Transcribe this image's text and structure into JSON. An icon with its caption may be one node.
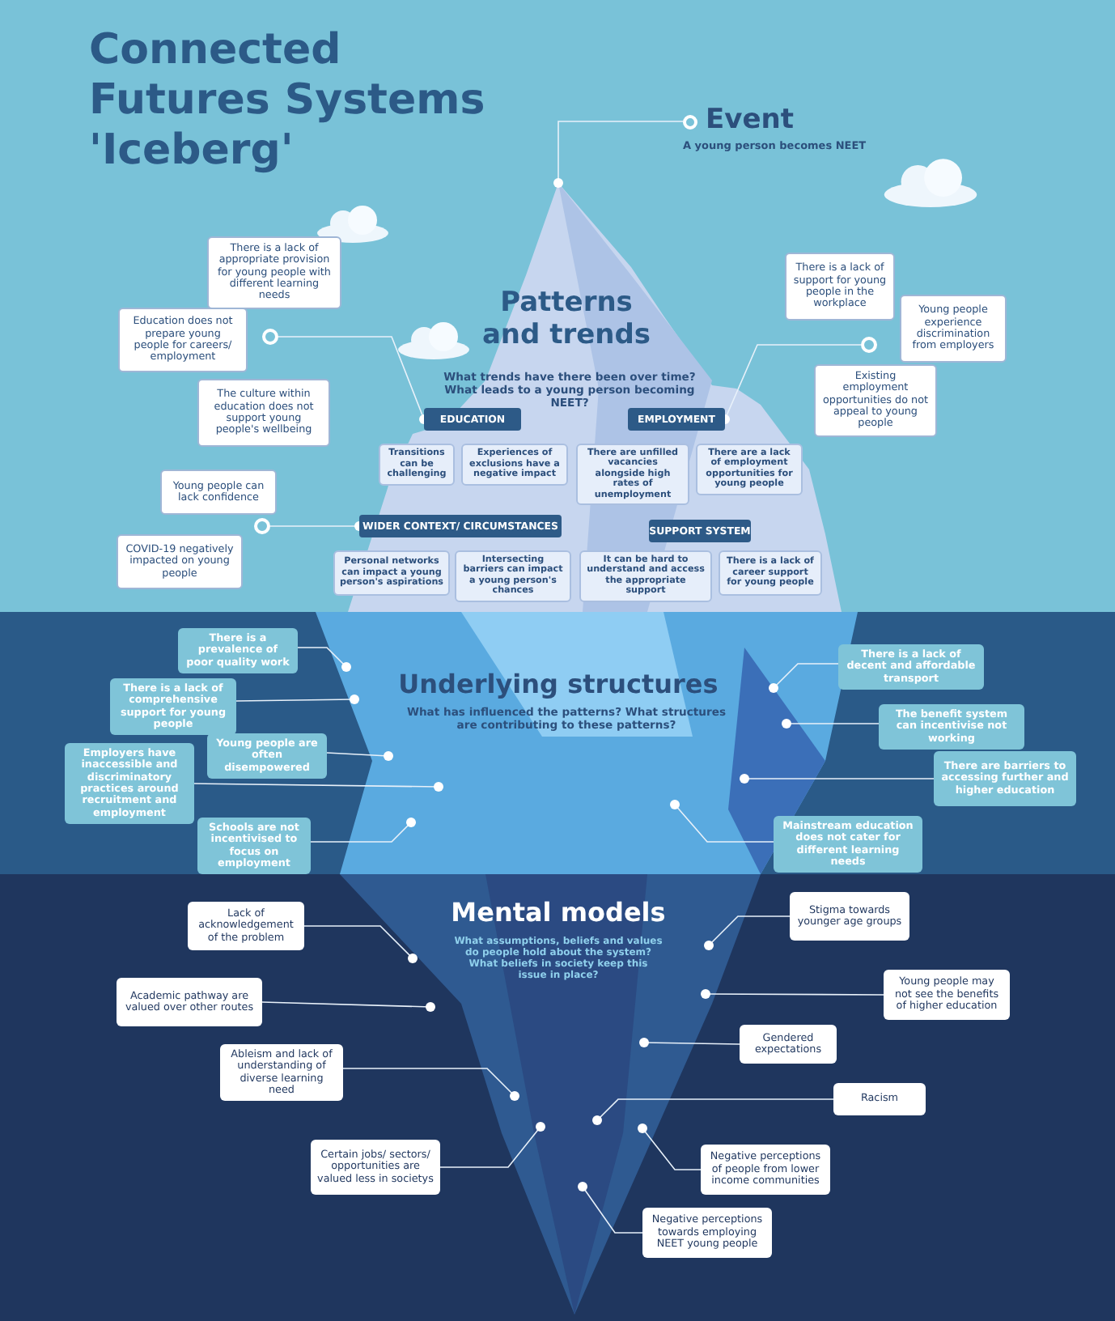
{
  "diagram": {
    "title": "Connected Futures Systems 'Iceberg'",
    "nodes": [
      {
        "text": [
          "Event",
          "A young person becomes NEET"
        ]
      },
      {
        "text": [
          "There is a lack of appropriate provision for young people with different learning needs"
        ]
      },
      {
        "text": [
          "Education does not prepare young people for careers/ employment"
        ]
      },
      {
        "text": [
          "The culture within education does not support young people's wellbeing"
        ]
      },
      {
        "text": [
          "Young people can lack confidence"
        ]
      },
      {
        "text": [
          "COVID-19 negatively impacted on young people"
        ]
      },
      {
        "text": [
          "There is a lack of support for young people in the workplace"
        ]
      },
      {
        "text": [
          "Young people experience discrimination from employers"
        ]
      },
      {
        "text": [
          "Existing employment opportunities do not appeal to young people"
        ]
      },
      {
        "text": [],
        "shape": "circle"
      },
      {
        "text": [],
        "shape": "circle"
      },
      {
        "text": [],
        "shape": "circle"
      },
      {
        "text": [
          "EDUCATION"
        ]
      },
      {
        "text": [
          "Transitions can be challenging"
        ]
      },
      {
        "text": [
          "Experiences of exclusions have a negative impact"
        ]
      },
      {
        "text": [
          "EMPLOYMENT"
        ]
      },
      {
        "text": [
          "There are unfilled vacancies alongside high rates of unemployment"
        ]
      },
      {
        "text": [
          "There are a lack of employment opportunities for young people"
        ]
      },
      {
        "text": [
          "WIDER CONTEXT/ CIRCUMSTANCES"
        ]
      },
      {
        "text": [
          "Personal networks can impact a young person's aspirations"
        ]
      },
      {
        "text": [
          "Intersecting barriers can impact a young person's chances"
        ]
      },
      {
        "text": [
          "SUPPORT SYSTEM"
        ]
      },
      {
        "text": [
          "It can be hard to understand and access the appropriate support"
        ]
      },
      {
        "text": [
          "There is a lack of career support for young people"
        ]
      },
      {
        "text": [
          "There is a prevalence of poor quality work"
        ]
      },
      {
        "text": [
          "There is a lack of comprehensive support for young people"
        ]
      },
      {
        "text": [
          "Young people are often disempowered"
        ]
      },
      {
        "text": [
          "Employers have inaccessible and discriminatory practices around recruitment and employment"
        ]
      },
      {
        "text": [
          "Schools are not incentivised to focus on employment"
        ]
      },
      {
        "text": [
          "There is a lack of decent and affordable transport"
        ]
      },
      {
        "text": [
          "The benefit system can incentivise not working"
        ]
      },
      {
        "text": [
          "There are barriers to accessing further and higher education"
        ]
      },
      {
        "text": [
          "Mainstream education does not cater for different learning needs"
        ]
      },
      {
        "text": [
          "Lack of acknowledgement of the problem"
        ]
      },
      {
        "text": [
          "Academic pathway are valued over other routes"
        ]
      },
      {
        "text": [
          "Ableism and lack of understanding of diverse learning need"
        ]
      },
      {
        "text": [
          "Certain jobs/ sectors/ opportunities are valued less in societys"
        ]
      },
      {
        "text": [
          "Stigma towards younger age groups"
        ]
      },
      {
        "text": [
          "Young people may not see the benefits of higher education"
        ]
      },
      {
        "text": [
          "Gendered expectations"
        ]
      },
      {
        "text": [
          "Racism"
        ]
      },
      {
        "text": [
          "Negative perceptions of people from lower income communities"
        ]
      },
      {
        "text": [
          "Negative perceptions towards employing NEET young people"
        ]
      }
    ],
    "edges": [
      {
        "from": 0,
        "to": null,
        "arrow": "other"
      },
      {
        "from": 9,
        "to": 12,
        "arrow": "other"
      },
      {
        "from": 10,
        "to": 18,
        "arrow": "other"
      },
      {
        "from": 11,
        "to": 15,
        "arrow": "other"
      },
      {
        "from": 24,
        "to": null,
        "arrow": "other"
      },
      {
        "from": 25,
        "to": null,
        "arrow": "other"
      },
      {
        "from": 26,
        "to": null,
        "arrow": "other"
      },
      {
        "from": 27,
        "to": null,
        "arrow": "other"
      },
      {
        "from": 28,
        "to": null,
        "arrow": "other"
      },
      {
        "from": 29,
        "to": null,
        "arrow": "other"
      },
      {
        "from": 30,
        "to": null,
        "arrow": "other"
      },
      {
        "from": 31,
        "to": null,
        "arrow": "other"
      },
      {
        "from": 32,
        "to": null,
        "arrow": "other"
      },
      {
        "from": 33,
        "to": null,
        "arrow": "other"
      },
      {
        "from": 34,
        "to": null,
        "arrow": "other"
      },
      {
        "from": 35,
        "to": null,
        "arrow": "other"
      },
      {
        "from": 36,
        "to": null,
        "arrow": "other"
      },
      {
        "from": 37,
        "to": null,
        "arrow": "other"
      },
      {
        "from": 38,
        "to": null,
        "arrow": "other"
      },
      {
        "from": 39,
        "to": null,
        "arrow": "other"
      },
      {
        "from": 40,
        "to": null,
        "arrow": "other"
      },
      {
        "from": 41,
        "to": null,
        "arrow": "other"
      },
      {
        "from": 42,
        "to": null,
        "arrow": "other"
      }
    ],
    "labels": [
      "Patterns and trends",
      "What trends have there been over time? What leads to a young person becoming NEET?",
      "Underlying structures",
      "What has influenced the patterns? What structures are contributing to these patterns?",
      "Mental models",
      "What assumptions, beliefs and values do people hold about the system? What beliefs in society keep this issue in place?"
    ]
  }
}
